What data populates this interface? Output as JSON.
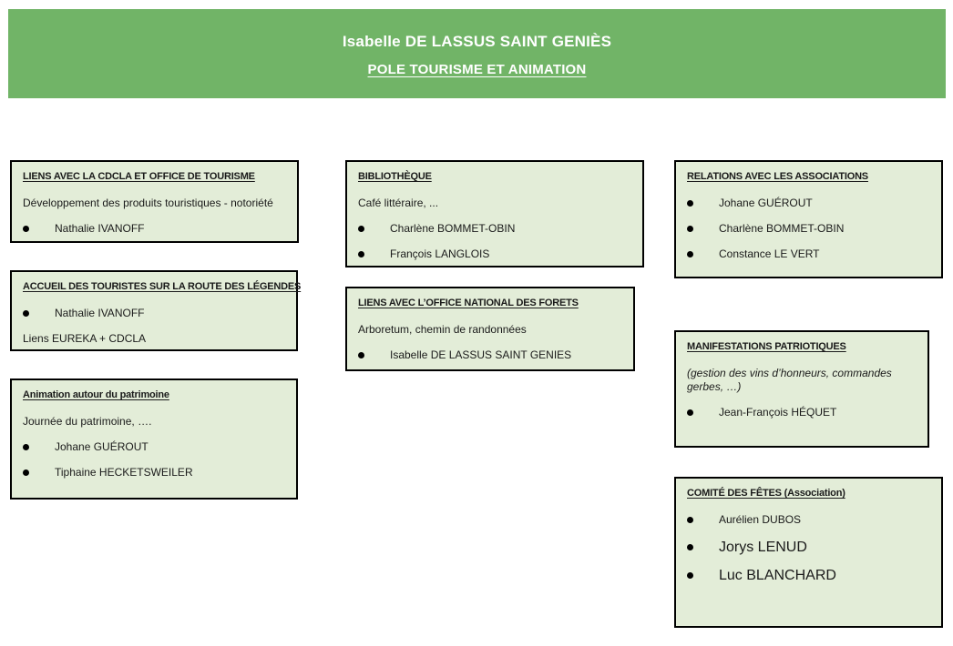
{
  "header": {
    "line1": "Isabelle DE LASSUS SAINT GENIÈS",
    "line2": "POLE TOURISME ET ANIMATION",
    "background": "#71B467",
    "text_color": "#FFFFFF"
  },
  "box_style": {
    "fill": "#E3EDD8",
    "border": "#000000"
  },
  "boxes": [
    {
      "title": "LIENS AVEC LA CDCLA ET OFFICE DE TOURISME",
      "content": [
        {
          "type": "text",
          "text": "Développement des produits touristiques - notoriété"
        },
        {
          "type": "bullet",
          "text": "Nathalie IVANOFF"
        }
      ]
    },
    {
      "title": "ACCUEIL DES TOURISTES SUR LA ROUTE DES LÉGENDES",
      "content": [
        {
          "type": "bullet",
          "text": "Nathalie IVANOFF"
        },
        {
          "type": "text",
          "text": "Liens EUREKA + CDCLA"
        }
      ]
    },
    {
      "title": "Animation autour du patrimoine",
      "content": [
        {
          "type": "text",
          "text": "Journée du patrimoine, …."
        },
        {
          "type": "bullet",
          "text": "Johane GUÉROUT"
        },
        {
          "type": "bullet",
          "text": "Tiphaine HECKETSWEILER"
        }
      ]
    },
    {
      "title": "BIBLIOTHÈQUE",
      "content": [
        {
          "type": "text",
          "text": "Café littéraire, ..."
        },
        {
          "type": "bullet",
          "text": "Charlène BOMMET-OBIN"
        },
        {
          "type": "bullet",
          "text": "François LANGLOIS"
        }
      ]
    },
    {
      "title": "LIENS AVEC L’OFFICE NATIONAL DES FORETS",
      "content": [
        {
          "type": "text",
          "text": "Arboretum, chemin de randonnées"
        },
        {
          "type": "bullet",
          "text": "Isabelle DE LASSUS SAINT GENIES"
        }
      ]
    },
    {
      "title": "RELATIONS AVEC LES ASSOCIATIONS",
      "content": [
        {
          "type": "bullet",
          "text": "Johane GUÉROUT"
        },
        {
          "type": "bullet",
          "text": "Charlène BOMMET-OBIN"
        },
        {
          "type": "bullet",
          "text": "Constance LE VERT"
        }
      ]
    },
    {
      "title": "MANIFESTATIONS PATRIOTIQUES",
      "content": [
        {
          "type": "text",
          "italic": true,
          "text": "(gestion des vins d’honneurs, commandes gerbes, …)"
        },
        {
          "type": "bullet",
          "text": "Jean-François HÉQUET"
        }
      ]
    },
    {
      "title": "COMITÉ DES FÊTES (Association)",
      "content": [
        {
          "type": "bullet",
          "text": "Aurélien DUBOS"
        },
        {
          "type": "bullet",
          "large": true,
          "text": "Jorys LENUD"
        },
        {
          "type": "bullet",
          "large": true,
          "text": "Luc BLANCHARD"
        }
      ]
    }
  ]
}
